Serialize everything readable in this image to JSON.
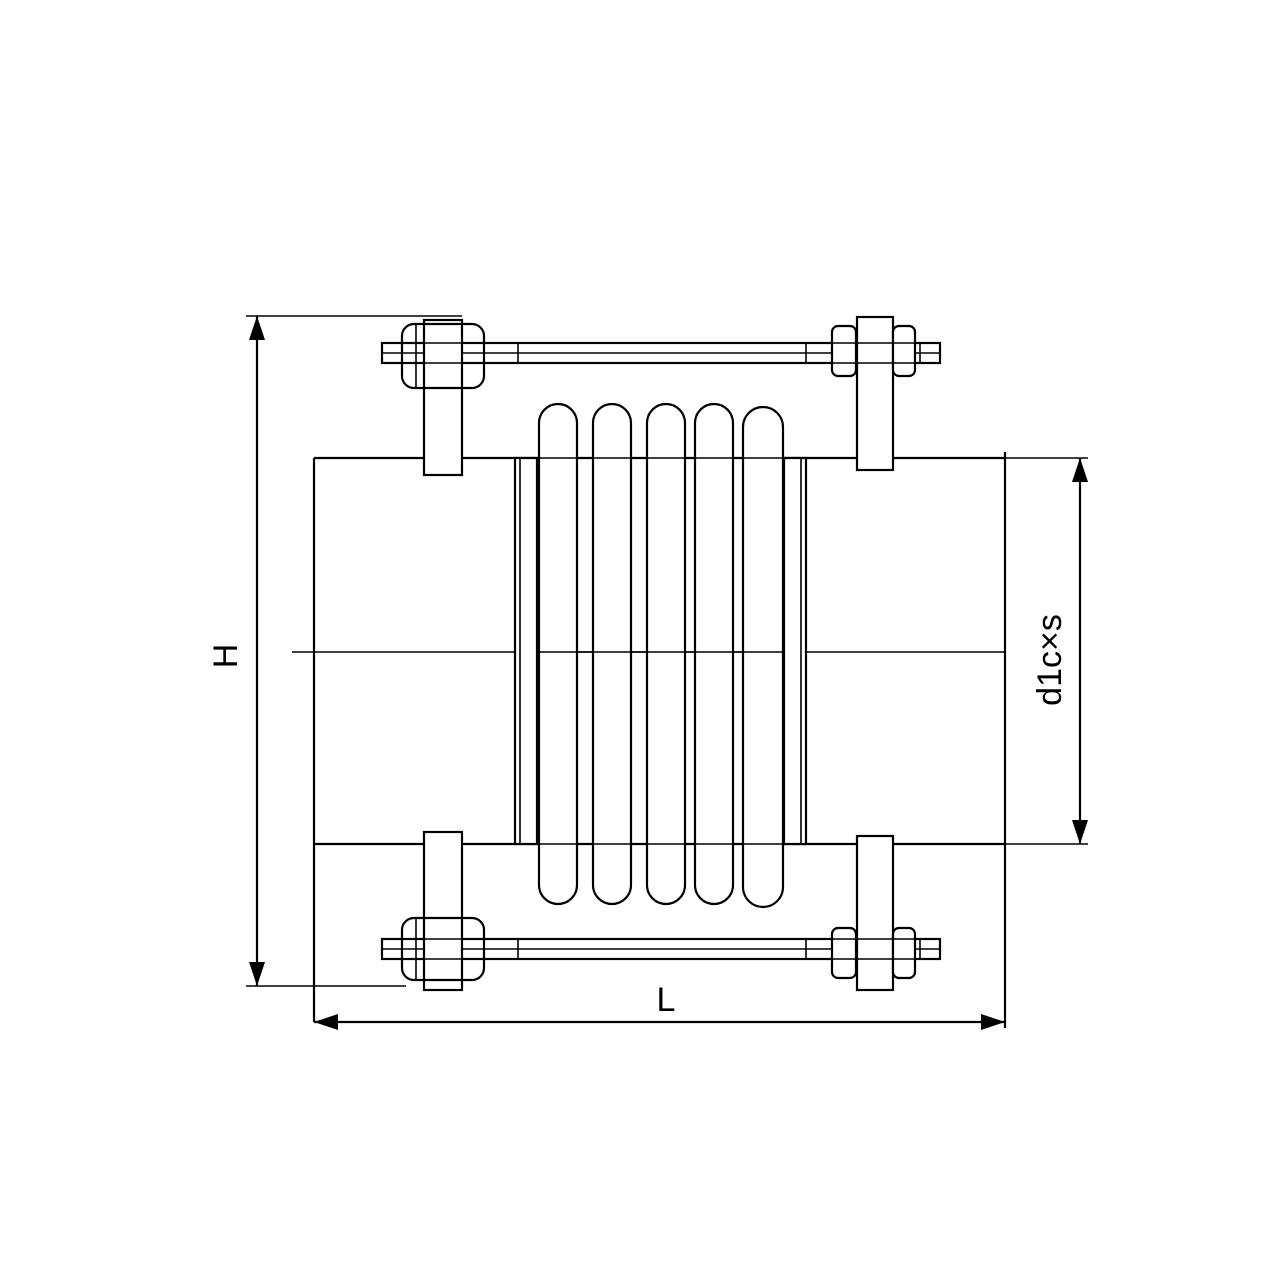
{
  "dimensions": {
    "height_label": "H",
    "length_label": "L",
    "diameter_label": "d1c×s"
  },
  "components": {
    "bellows_convolution_count": 5,
    "tie_rod_count": 2
  }
}
